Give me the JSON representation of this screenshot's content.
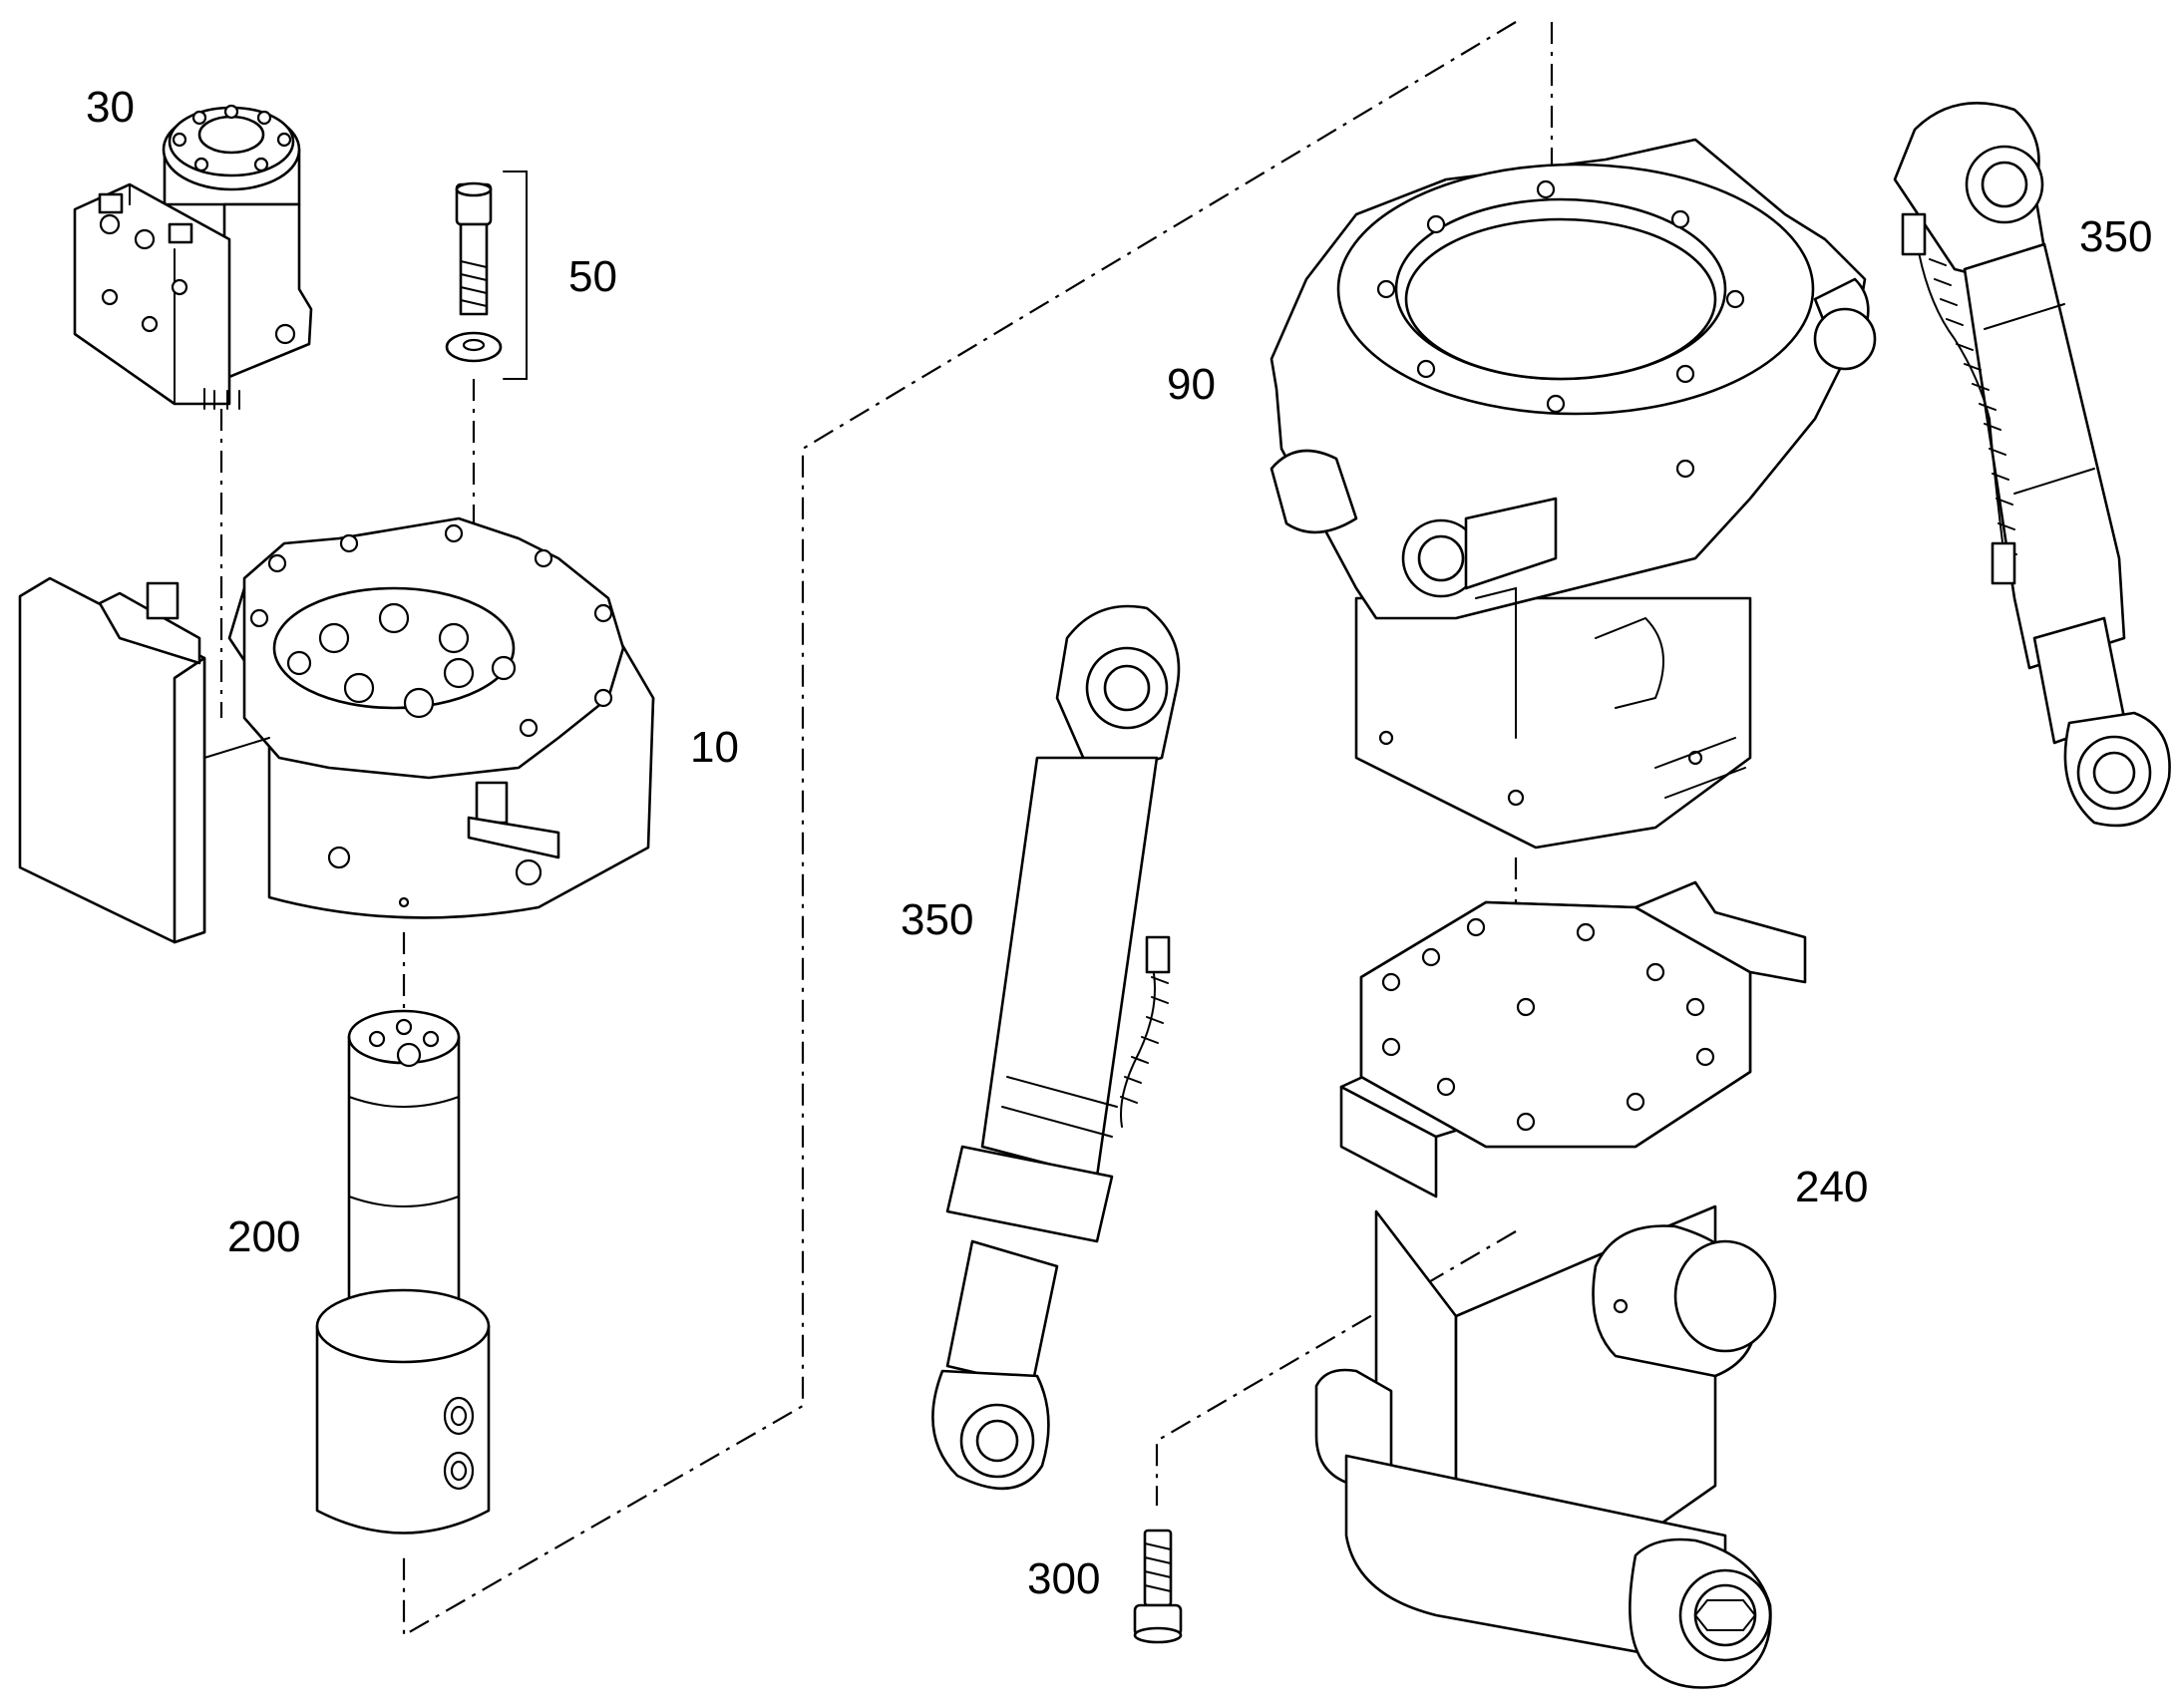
{
  "callouts": {
    "c30": "30",
    "c50": "50",
    "c90": "90",
    "c350_right": "350",
    "c10": "10",
    "c350_left": "350",
    "c200": "200",
    "c240": "240",
    "c300": "300"
  },
  "colors": {
    "ink": "#000000",
    "paper": "#ffffff"
  }
}
